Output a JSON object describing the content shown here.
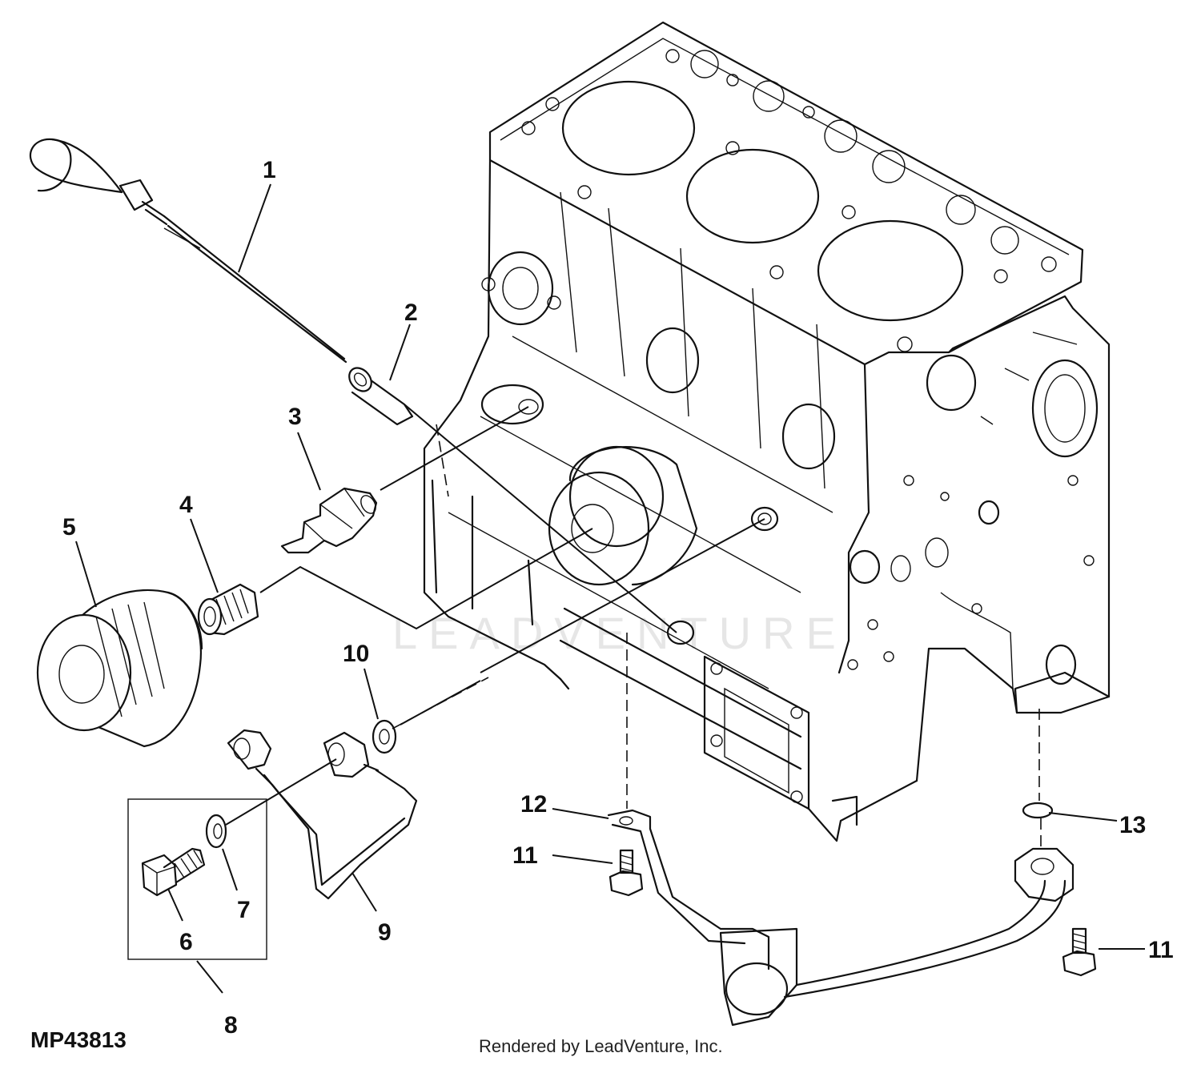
{
  "figure_id": "MP43813",
  "render_credit": "Rendered by LeadVenture, Inc.",
  "watermark": "LEADVENTURE",
  "callouts": [
    {
      "id": "c1",
      "label": "1"
    },
    {
      "id": "c2",
      "label": "2"
    },
    {
      "id": "c3",
      "label": "3"
    },
    {
      "id": "c4",
      "label": "4"
    },
    {
      "id": "c5",
      "label": "5"
    },
    {
      "id": "c6",
      "label": "6"
    },
    {
      "id": "c7",
      "label": "7"
    },
    {
      "id": "c8",
      "label": "8"
    },
    {
      "id": "c9",
      "label": "9"
    },
    {
      "id": "c10",
      "label": "10"
    },
    {
      "id": "c11a",
      "label": "11"
    },
    {
      "id": "c11b",
      "label": "11"
    },
    {
      "id": "c12",
      "label": "12"
    },
    {
      "id": "c13",
      "label": "13"
    }
  ]
}
